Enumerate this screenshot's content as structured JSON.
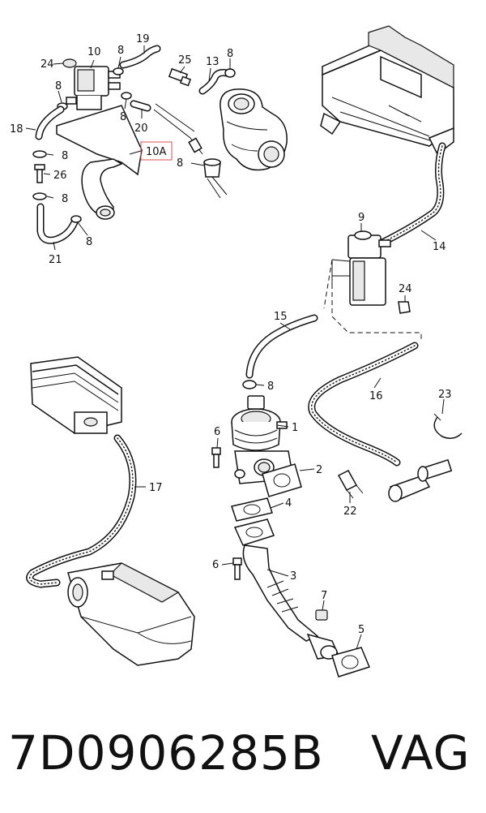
{
  "callouts": [
    {
      "id": "c24a",
      "text": "24"
    },
    {
      "id": "c10",
      "text": "10"
    },
    {
      "id": "c8a",
      "text": "8"
    },
    {
      "id": "c19",
      "text": "19"
    },
    {
      "id": "c25",
      "text": "25"
    },
    {
      "id": "c13",
      "text": "13"
    },
    {
      "id": "c8b",
      "text": "8"
    },
    {
      "id": "c8c",
      "text": "8"
    },
    {
      "id": "c8d",
      "text": "8"
    },
    {
      "id": "c20",
      "text": "20"
    },
    {
      "id": "c18",
      "text": "18"
    },
    {
      "id": "c10A",
      "text": "10A"
    },
    {
      "id": "c8e",
      "text": "8"
    },
    {
      "id": "c8f",
      "text": "8"
    },
    {
      "id": "c26",
      "text": "26"
    },
    {
      "id": "c8g",
      "text": "8"
    },
    {
      "id": "c8h",
      "text": "8"
    },
    {
      "id": "c21",
      "text": "21"
    },
    {
      "id": "c9",
      "text": "9"
    },
    {
      "id": "c14",
      "text": "14"
    },
    {
      "id": "c24b",
      "text": "24"
    },
    {
      "id": "c15",
      "text": "15"
    },
    {
      "id": "c8i",
      "text": "8"
    },
    {
      "id": "c16",
      "text": "16"
    },
    {
      "id": "c23",
      "text": "23"
    },
    {
      "id": "c1",
      "text": "1"
    },
    {
      "id": "c6a",
      "text": "6"
    },
    {
      "id": "c2",
      "text": "2"
    },
    {
      "id": "c17",
      "text": "17"
    },
    {
      "id": "c4",
      "text": "4"
    },
    {
      "id": "c22",
      "text": "22"
    },
    {
      "id": "c6b",
      "text": "6"
    },
    {
      "id": "c3",
      "text": "3"
    },
    {
      "id": "c7",
      "text": "7"
    },
    {
      "id": "c5",
      "text": "5"
    }
  ],
  "highlight_color": "#d9534f",
  "footer": {
    "part_number": "7D0906285B",
    "brand": "VAG"
  }
}
